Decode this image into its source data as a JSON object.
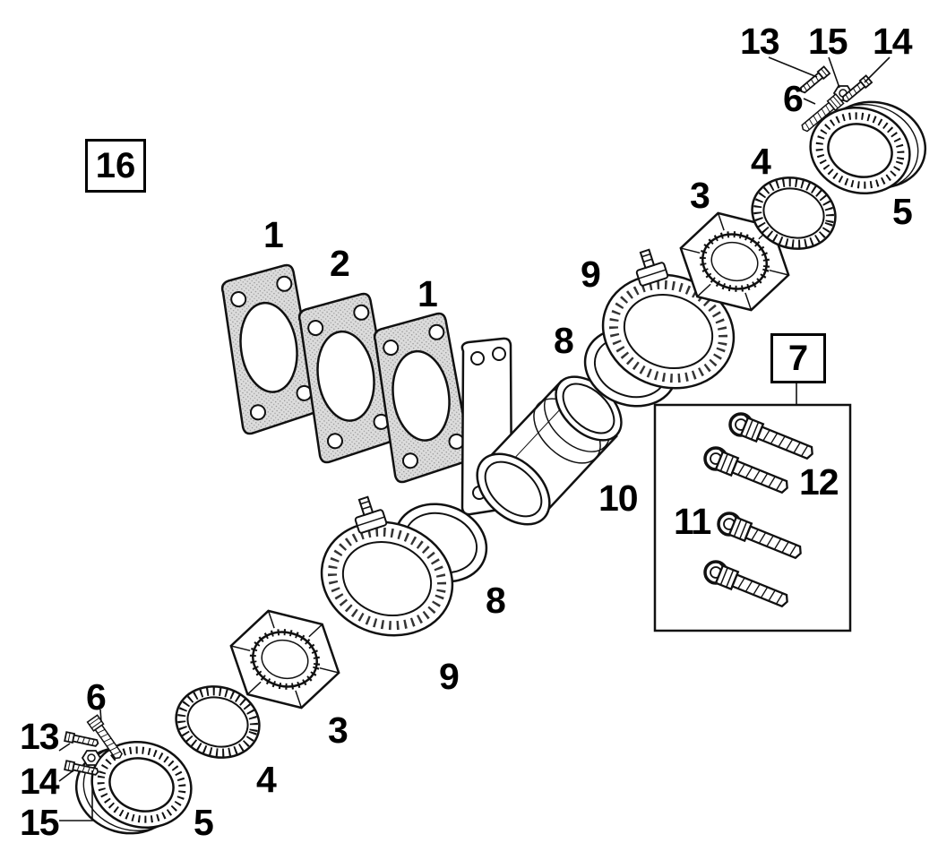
{
  "labels": {
    "box16": "16",
    "box7": "7",
    "top": {
      "n13": "13",
      "n15": "15",
      "n14": "14",
      "n6": "6",
      "n4": "4",
      "n3": "3",
      "n5": "5",
      "n9": "9",
      "n8": "8"
    },
    "gaskets": {
      "first": "1",
      "second": "2",
      "third": "1"
    },
    "hardware": {
      "n11": "11",
      "n12": "12"
    },
    "center": {
      "n10": "10"
    },
    "bottom": {
      "n8": "8",
      "n9": "9",
      "n3": "3",
      "n4": "4",
      "n6": "6",
      "n13": "13",
      "n14": "14",
      "n15": "15",
      "n5": "5"
    }
  },
  "colors": {
    "line": "#111111",
    "background": "#ffffff",
    "gasket_fill": "#d9d9d9"
  }
}
